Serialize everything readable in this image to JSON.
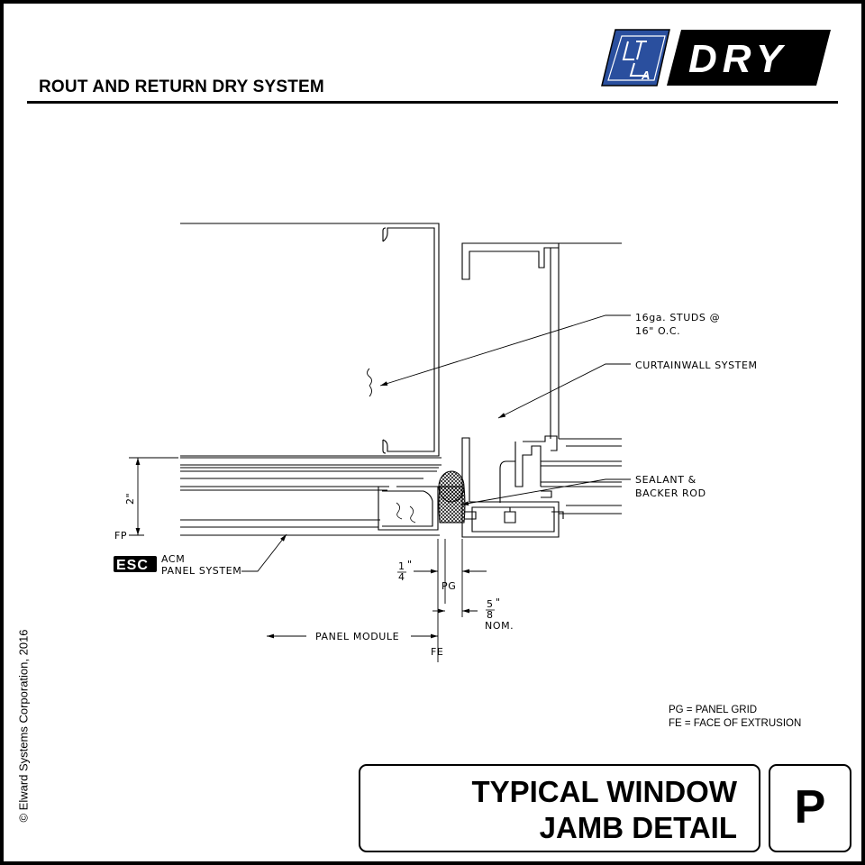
{
  "header": {
    "system_title": "ROUT AND RETURN DRY SYSTEM",
    "brand_text": "DRY",
    "logo_mark_text": "A"
  },
  "callouts": {
    "studs_line1": "16ga. STUDS @",
    "studs_line2": "16\" O.C.",
    "curtainwall": "CURTAINWALL SYSTEM",
    "sealant_line1": "SEALANT &",
    "sealant_line2": "BACKER ROD",
    "panel_brand": "ESC",
    "panel_line1": "ACM",
    "panel_line2": "PANEL SYSTEM"
  },
  "dimensions": {
    "panel_depth": "2\"",
    "fp": "FP",
    "quarter_num": "1",
    "quarter_den": "4",
    "inch_mark": "\"",
    "pg": "PG",
    "five_eighths_num": "5",
    "five_eighths_den": "8",
    "nom": "NOM.",
    "panel_module": "PANEL MODULE",
    "fe": "FE"
  },
  "legend": {
    "pg_def": "PG = PANEL GRID",
    "fe_def": "FE = FACE OF EXTRUSION"
  },
  "title_block": {
    "line1": "TYPICAL WINDOW",
    "line2": "JAMB DETAIL",
    "sheet_letter": "P"
  },
  "copyright": "© Elward Systems Corporation,  2016",
  "colors": {
    "logo_blue": "#2a4f9e",
    "ink": "#000000"
  }
}
